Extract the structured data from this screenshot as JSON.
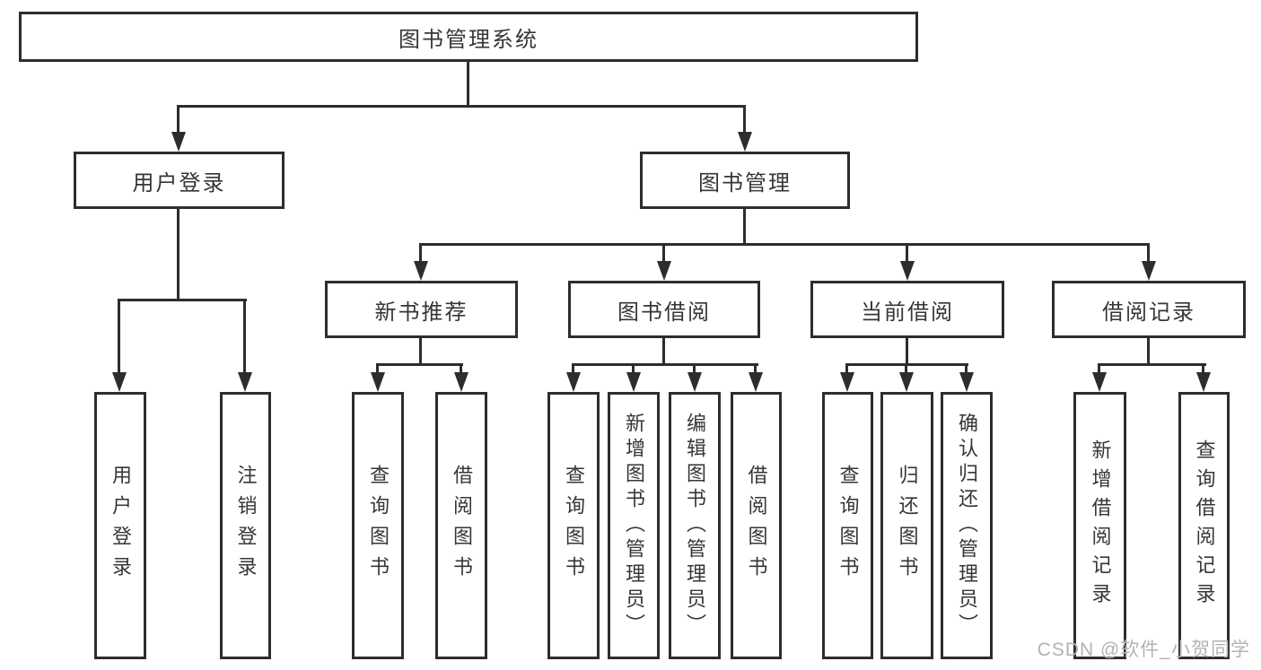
{
  "diagram": {
    "root_label": "图书管理系统",
    "level2": [
      {
        "id": "user-login",
        "label": "用户登录",
        "leaves": [
          "用户登录",
          "注销登录"
        ]
      },
      {
        "id": "book-management",
        "label": "图书管理"
      }
    ],
    "level3": [
      {
        "id": "new-book-recommendation",
        "label": "新书推荐",
        "leaves": [
          "查询图书",
          "借阅图书"
        ]
      },
      {
        "id": "book-borrowing",
        "label": "图书借阅",
        "leaves": [
          "查询图书",
          "新增图书（管理员）",
          "编辑图书（管理员）",
          "借阅图书"
        ]
      },
      {
        "id": "current-borrowing",
        "label": "当前借阅",
        "leaves": [
          "查询图书",
          "归还图书",
          "确认归还（管理员）"
        ]
      },
      {
        "id": "borrowing-records",
        "label": "借阅记录",
        "leaves": [
          "新增借阅记录",
          "查询借阅记录"
        ]
      }
    ]
  },
  "watermark": {
    "text": "CSDN @软件_小贺同学"
  },
  "colors": {
    "line": "#2d2d2d",
    "text": "#363636",
    "watermark": "#b3b3b3",
    "background": "#ffffff"
  }
}
